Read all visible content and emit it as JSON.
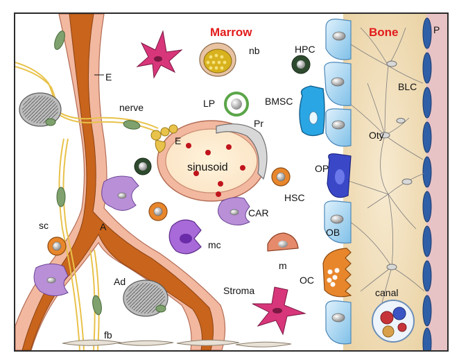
{
  "titles": {
    "marrow": "Marrow",
    "bone": "Bone"
  },
  "labels": {
    "E_top": "E",
    "nerve": "nerve",
    "nb": "nb",
    "HPC": "HPC",
    "LP": "LP",
    "BMSC": "BMSC",
    "Pr": "Pr",
    "E_sinusoid": "E",
    "sinusoid": "sinusoid",
    "BLC": "BLC",
    "P": "P",
    "Oty": "Oty",
    "OP": "OP",
    "HSC": "HSC",
    "CAR": "CAR",
    "sc": "sc",
    "A": "A",
    "mc": "mc",
    "m": "m",
    "OB": "OB",
    "OC": "OC",
    "Ad": "Ad",
    "Stroma": "Stroma",
    "canal": "canal",
    "fb": "fb"
  },
  "colors": {
    "marrow_title": "#e21b1b",
    "bone_title": "#e21b1b",
    "artery": "#c8641c",
    "vessel_wall": "#f2b8a0",
    "bone_matrix": "#f4e3bd",
    "periosteum": "#e7c3c6",
    "periosteal_cells": "#2f5fa6",
    "nerve": "#e8c24a",
    "stroma": "#d8367a",
    "car_cell": "#b98fd8",
    "macrophage": "#a86ad8",
    "lining_cells": "#9fd3f1",
    "bmsc": "#2aa6e4",
    "osteoclast": "#e8862c",
    "adipocyte": "#bdbdbd"
  }
}
